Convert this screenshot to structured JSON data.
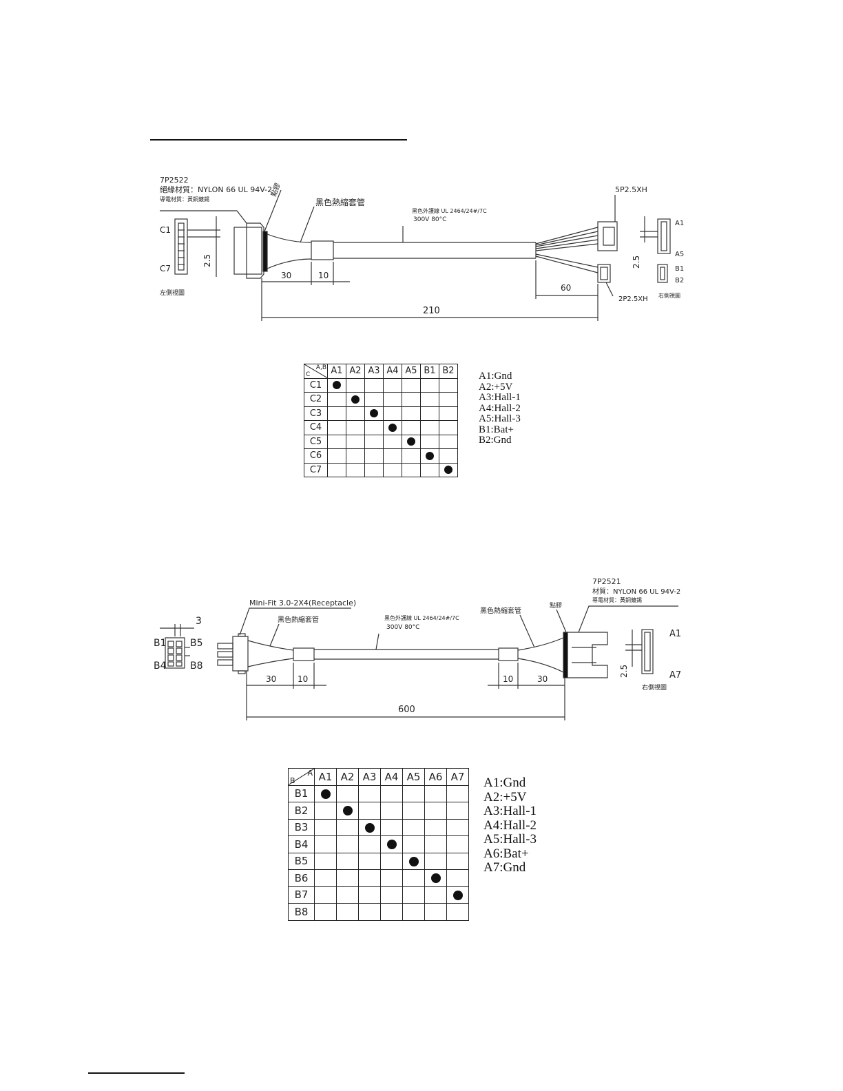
{
  "drawing1": {
    "left_part_no": "7P2522",
    "left_material": "絕緣材質：NYLON 66 UL 94V-2",
    "left_contact": "導電材質：黃銅鍍錫",
    "glue_label": "點膠",
    "sleeve_label": "黑色熱縮套管",
    "wire_spec": "黑色外護線 UL 2464/24#/7C",
    "wire_rating": "300V 80°C",
    "right_conn_a": "5P2.5XH",
    "right_conn_b": "2P2.5XH",
    "left_view_label": "左側視圖",
    "right_view_label": "右側視圖",
    "left_pin_top": "C1",
    "left_pin_bottom": "C7",
    "pitch": "2.5",
    "right_pin_a_top": "A1",
    "right_pin_a_bottom": "A5",
    "right_pin_b_top": "B1",
    "right_pin_b_bottom": "B2",
    "dim_30": "30",
    "dim_10": "10",
    "dim_60": "60",
    "dim_total": "210"
  },
  "table1": {
    "corner_top": "A,B",
    "corner_bottom": "C",
    "columns": [
      "A1",
      "A2",
      "A3",
      "A4",
      "A5",
      "B1",
      "B2"
    ],
    "rows": [
      "C1",
      "C2",
      "C3",
      "C4",
      "C5",
      "C6",
      "C7"
    ],
    "connections": [
      [
        0,
        0
      ],
      [
        1,
        1
      ],
      [
        2,
        2
      ],
      [
        3,
        3
      ],
      [
        4,
        4
      ],
      [
        5,
        5
      ],
      [
        6,
        6
      ]
    ],
    "legend": [
      "A1:Gnd",
      "A2:+5V",
      "A3:Hall-1",
      "A4:Hall-2",
      "A5:Hall-3",
      "B1:Bat+",
      "B2:Gnd"
    ]
  },
  "drawing2": {
    "left_conn": "Mini-Fit 3.0-2X4(Receptacle)",
    "sleeve_label_left": "黑色熱縮套管",
    "sleeve_label_right": "黑色熱縮套管",
    "wire_spec": "黑色外護線 UL 2464/24#/7C",
    "wire_rating": "300V 80°C",
    "glue_label": "點膠",
    "right_part_no": "7P2521",
    "right_material": "材質：NYLON 66 UL 94V-2",
    "right_contact": "導電材質：黃銅鍍錫",
    "right_view_label": "右側視圖",
    "left_pin_b1": "B1",
    "left_pin_b5": "B5",
    "left_pin_b4": "B4",
    "left_pin_b8": "B8",
    "left_pitch": "3",
    "right_pin_top": "A1",
    "right_pin_bottom": "A7",
    "pitch": "2.5",
    "dim_30": "30",
    "dim_10": "10",
    "dim_total": "600"
  },
  "table2": {
    "corner_top": "A",
    "corner_bottom": "B",
    "columns": [
      "A1",
      "A2",
      "A3",
      "A4",
      "A5",
      "A6",
      "A7"
    ],
    "rows": [
      "B1",
      "B2",
      "B3",
      "B4",
      "B5",
      "B6",
      "B7",
      "B8"
    ],
    "connections": [
      [
        0,
        0
      ],
      [
        1,
        1
      ],
      [
        2,
        2
      ],
      [
        3,
        3
      ],
      [
        4,
        4
      ],
      [
        5,
        5
      ],
      [
        6,
        6
      ]
    ],
    "legend": [
      "A1:Gnd",
      "A2:+5V",
      "A3:Hall-1",
      "A4:Hall-2",
      "A5:Hall-3",
      "A6:Bat+",
      "A7:Gnd"
    ]
  }
}
